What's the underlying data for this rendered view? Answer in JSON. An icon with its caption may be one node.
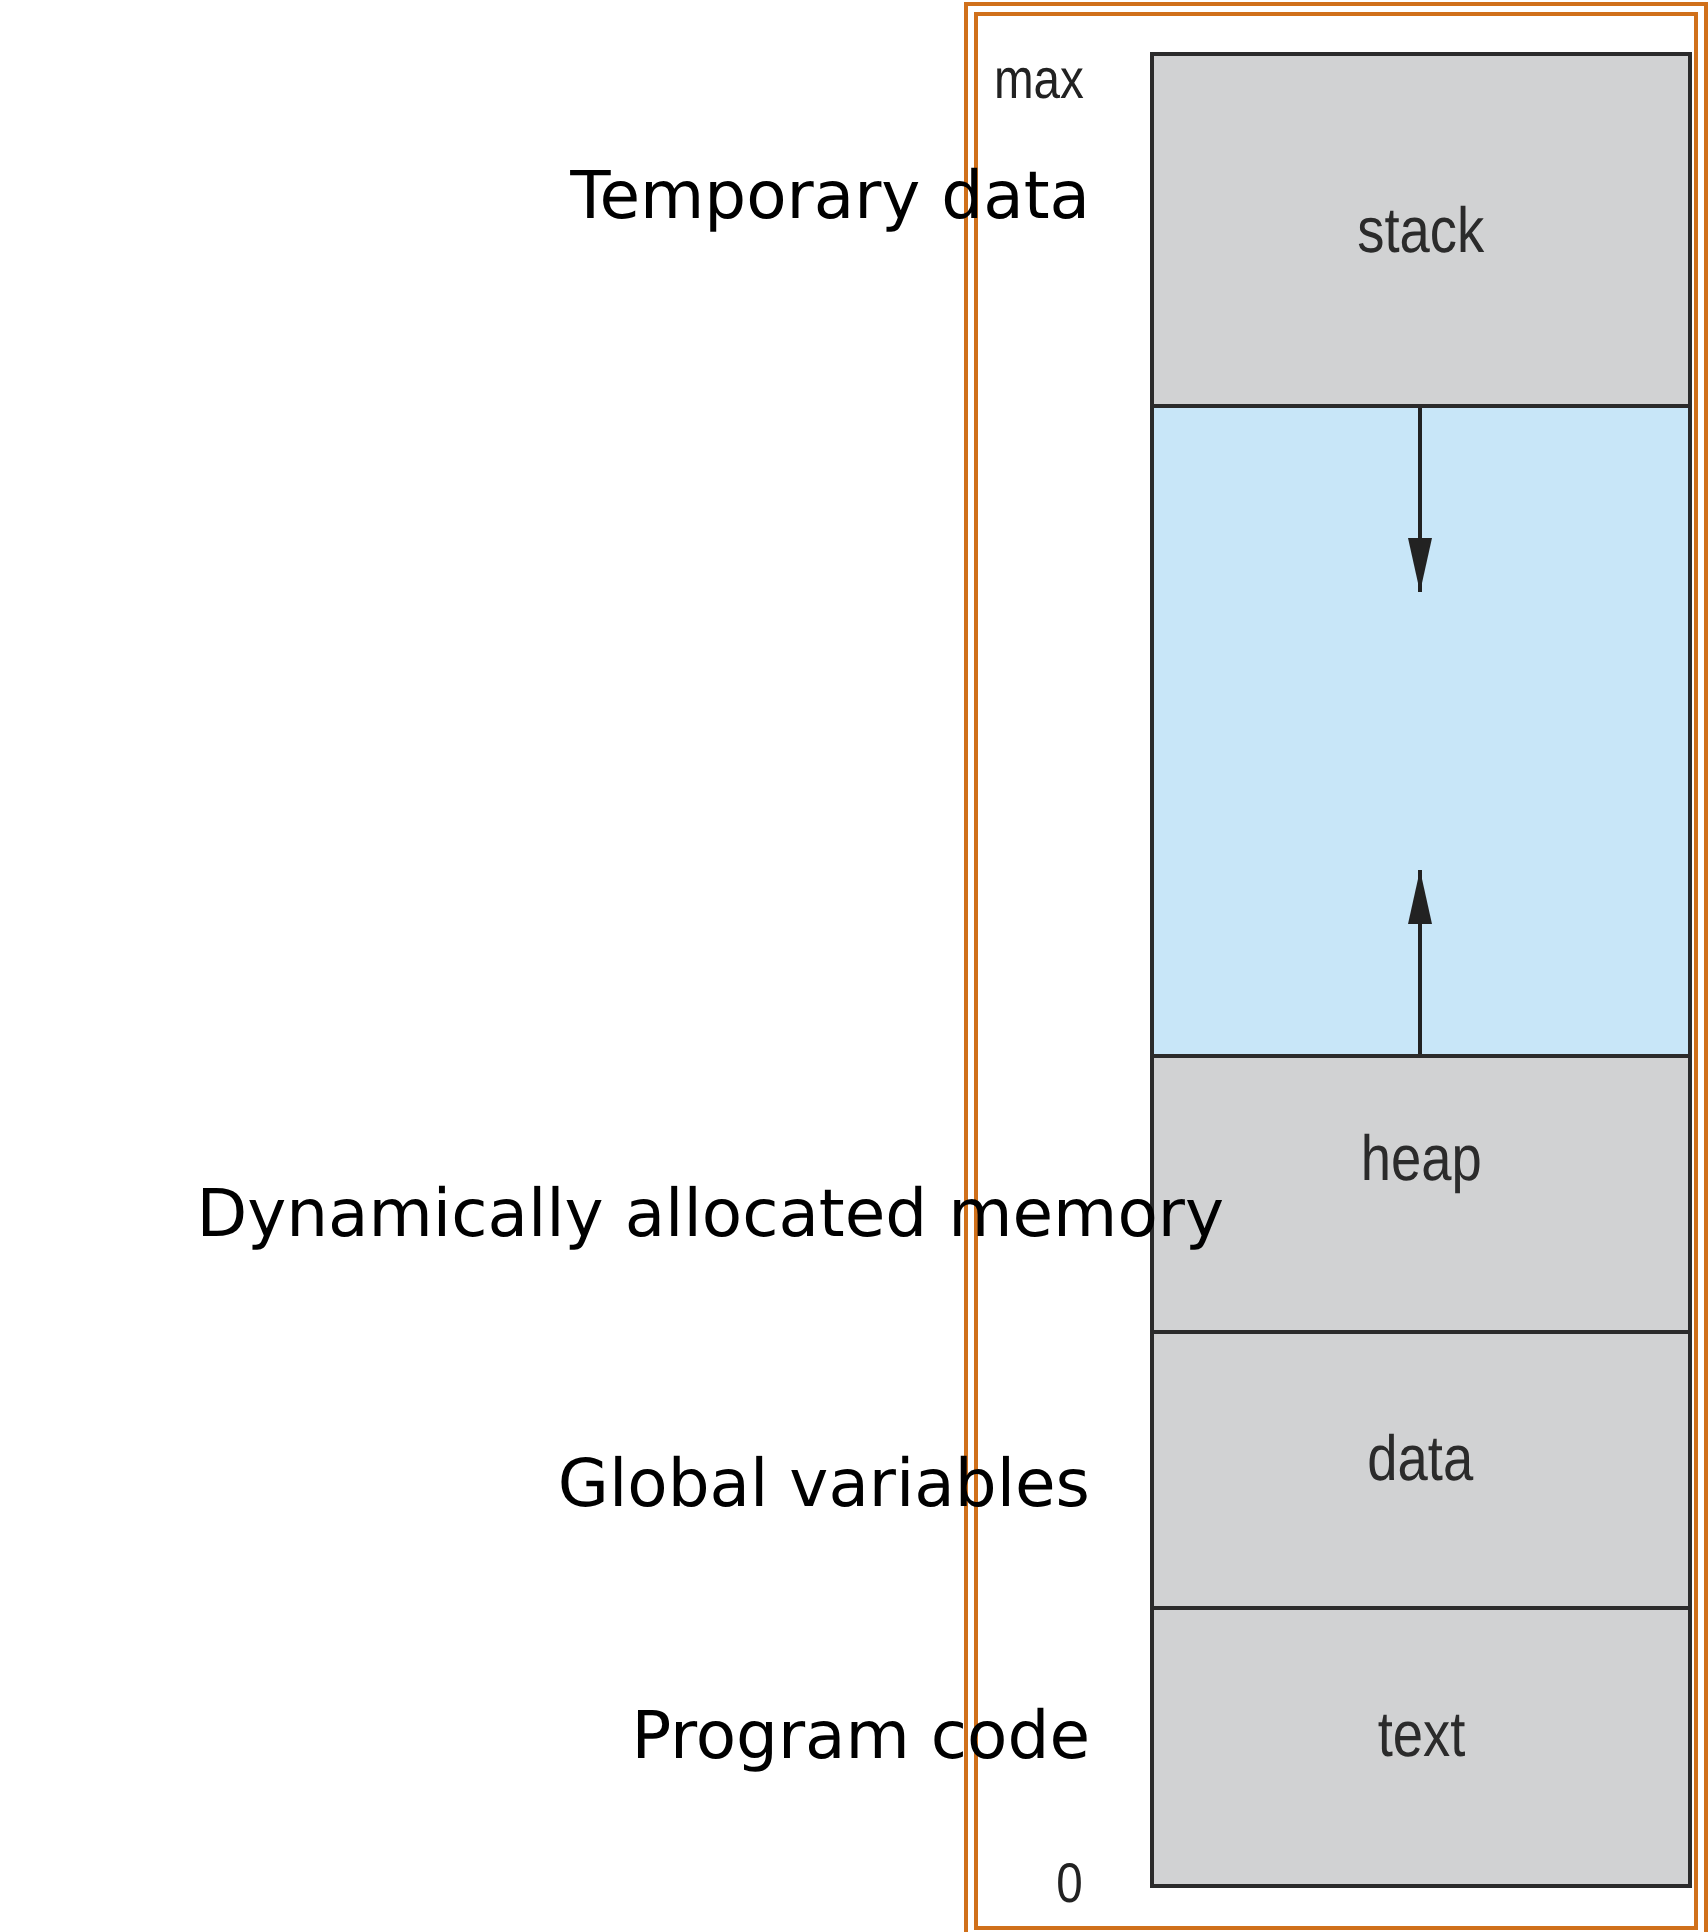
{
  "diagram": {
    "nodes": [
      {
        "text": [
          "stack"
        ],
        "beside": [
          "Temporary data"
        ]
      },
      {
        "text": [],
        "shape": "box"
      },
      {
        "text": [
          "heap"
        ],
        "beside": [
          "Dynamically allocated memory"
        ]
      },
      {
        "text": [
          "data"
        ],
        "beside": [
          "Global variables"
        ]
      },
      {
        "text": [
          "text"
        ],
        "beside": [
          "Program code"
        ]
      }
    ],
    "edges": [
      {
        "from": 0,
        "to": 1,
        "arrow": "to"
      },
      {
        "from": 2,
        "to": 1,
        "arrow": "to"
      }
    ],
    "labels": [
      "max",
      "0"
    ]
  }
}
